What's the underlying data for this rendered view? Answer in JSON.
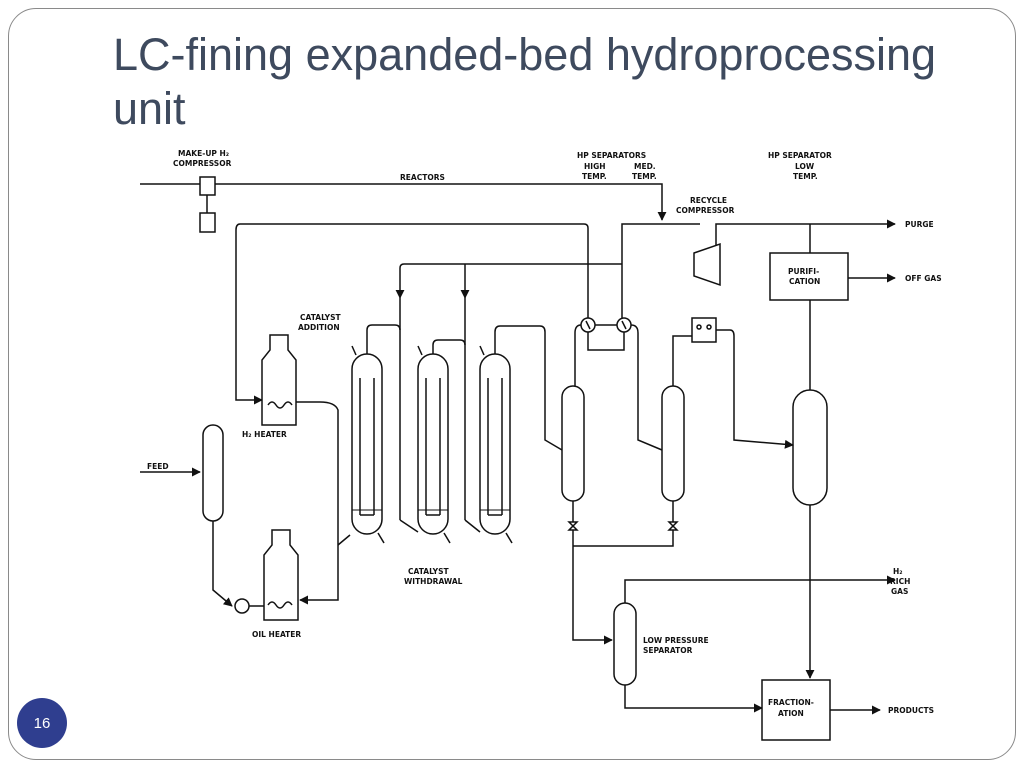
{
  "slide": {
    "title": "LC-fining expanded-bed hydroprocessing unit",
    "page_number": "16"
  },
  "diagram": {
    "labels": {
      "makeup_compressor": [
        "MAKE-UP H₂",
        "COMPRESSOR"
      ],
      "reactors": "REACTORS",
      "hp_separators": "HP SEPARATORS",
      "high_temp": [
        "HIGH",
        "TEMP."
      ],
      "med_temp": [
        "MED.",
        "TEMP."
      ],
      "hp_separator_low": [
        "HP SEPARATOR",
        "LOW",
        "TEMP."
      ],
      "recycle_compressor": [
        "RECYCLE",
        "COMPRESSOR"
      ],
      "purge": "PURGE",
      "purification": [
        "PURIFI-",
        "CATION"
      ],
      "off_gas": "OFF GAS",
      "catalyst_addition": [
        "CATALYST",
        "ADDITION"
      ],
      "h2_heater": "H₂ HEATER",
      "feed": "FEED",
      "oil_heater": "OIL HEATER",
      "catalyst_withdrawal": [
        "CATALYST",
        "WITHDRAWAL"
      ],
      "h2_rich_gas": [
        "H₂",
        "RICH",
        "GAS"
      ],
      "low_pressure_separator": [
        "LOW PRESSURE",
        "SEPARATOR"
      ],
      "fractionation": [
        "FRACTION-",
        "ATION"
      ],
      "products": "PRODUCTS"
    }
  }
}
